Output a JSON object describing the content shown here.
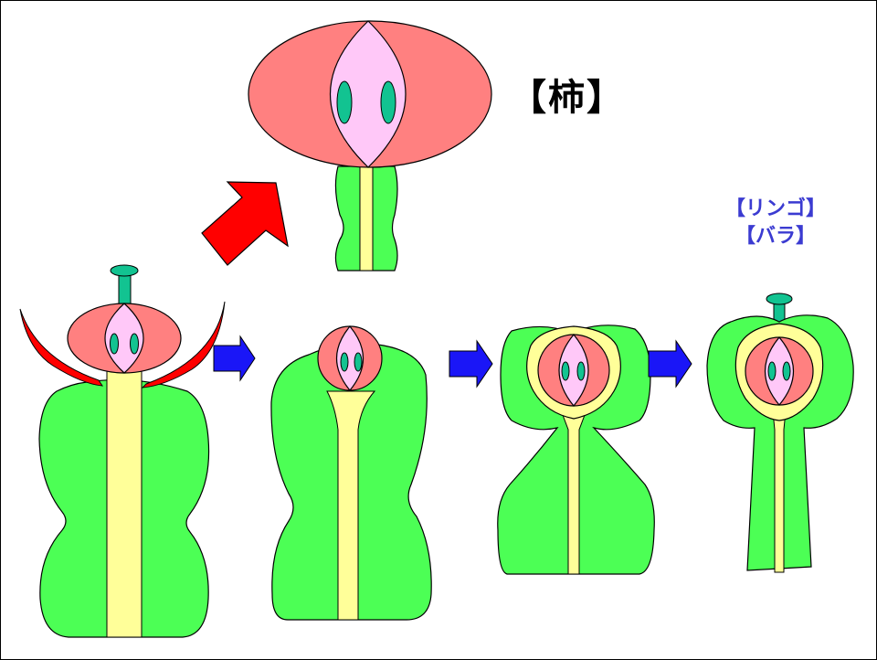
{
  "labels": {
    "persimmon": "【柿】",
    "apple": "【リンゴ】",
    "rose": "【バラ】"
  },
  "colors": {
    "receptacle_green": "#4cff55",
    "stalk_yellow": "#ffff99",
    "ovary_red": "#ff8080",
    "ovule_pink": "#ffc8f8",
    "seed_teal": "#12c391",
    "sepal_red": "#ff0000",
    "arrow_blue": "#1a16f7",
    "arrow_red": "#ff0000",
    "label_blue": "#3b3bd1"
  }
}
